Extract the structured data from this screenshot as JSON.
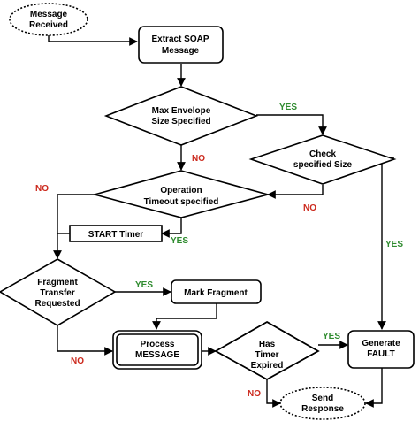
{
  "nodes": {
    "message_received": [
      "Message",
      "Received"
    ],
    "extract_soap": [
      "Extract SOAP",
      "Message"
    ],
    "max_envelope": [
      "Max Envelope",
      "Size Specified"
    ],
    "check_size": [
      "Check",
      "specified Size"
    ],
    "operation_timeout": [
      "Operation",
      "Timeout specified"
    ],
    "start_timer": [
      "START Timer"
    ],
    "fragment_transfer": [
      "Fragment",
      "Transfer",
      "Requested"
    ],
    "mark_fragment": [
      "Mark Fragment"
    ],
    "process_message": [
      "Process",
      "MESSAGE"
    ],
    "has_timer": [
      "Has",
      "Timer",
      "Expired"
    ],
    "generate_fault": [
      "Generate",
      "FAULT"
    ],
    "send_response": [
      "Send",
      "Response"
    ]
  },
  "edge_labels": {
    "max_envelope_yes": "YES",
    "max_envelope_no": "NO",
    "check_size_no": "NO",
    "check_size_yes": "YES",
    "operation_timeout_no": "NO",
    "operation_timeout_yes": "YES",
    "fragment_yes": "YES",
    "fragment_no": "NO",
    "has_timer_yes": "YES",
    "has_timer_no": "NO"
  }
}
